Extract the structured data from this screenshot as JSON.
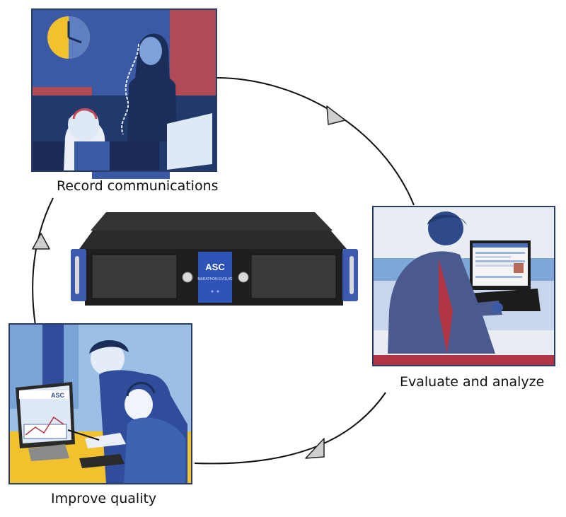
{
  "captions": {
    "record": "Record communications",
    "evaluate": "Evaluate and analyze",
    "improve": "Improve quality"
  },
  "appliance": {
    "brand": "ASC",
    "model": "MARATHON EVOLVE"
  },
  "screen_logo": "ASC",
  "colors": {
    "cycle_line": "#111111",
    "arrow_fill": "#cfcfcf",
    "panel_blue": "#3b5aa6",
    "panel_red": "#b04b55",
    "panel_navy": "#223a6b",
    "panel_light": "#9cc0e4",
    "accent_yellow": "#f2c22e"
  },
  "icons": [
    "clock-icon",
    "headset-icon",
    "telephone-icon",
    "monitor-icon",
    "server-appliance-icon"
  ]
}
